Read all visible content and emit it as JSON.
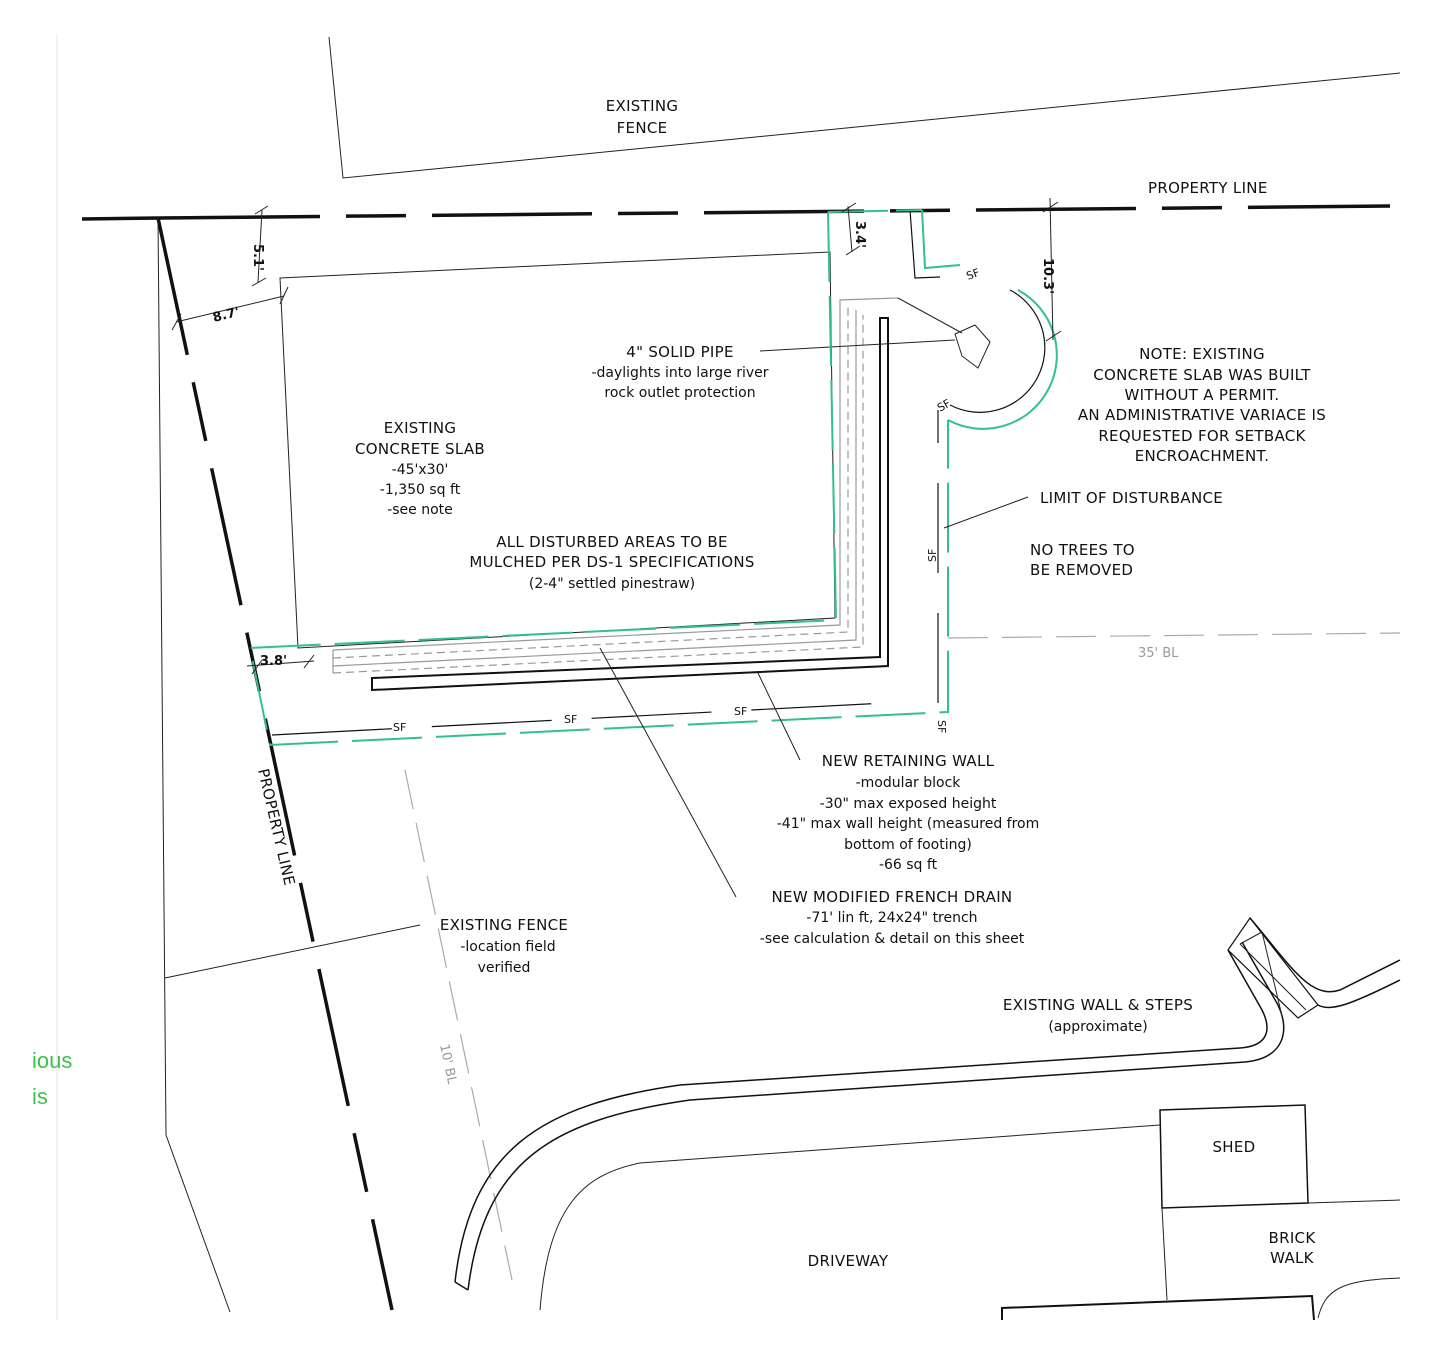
{
  "labels": {
    "existing_fence_top": [
      "EXISTING",
      "FENCE"
    ],
    "property_line_top": "PROPERTY LINE",
    "property_line_left": "PROPERTY LINE",
    "solid_pipe": [
      "4\" SOLID PIPE",
      "-daylights into large river",
      "rock outlet protection"
    ],
    "concrete_slab": [
      "EXISTING",
      "CONCRETE SLAB",
      "-45'x30'",
      "-1,350 sq ft",
      "-see note"
    ],
    "mulch_note": [
      "ALL DISTURBED AREAS TO BE",
      "MULCHED PER DS-1 SPECIFICATIONS",
      "(2-4\" settled pinestraw)"
    ],
    "permit_note": [
      "NOTE: EXISTING",
      "CONCRETE SLAB WAS BUILT",
      "WITHOUT A PERMIT.",
      "AN ADMINISTRATIVE VARIACE IS",
      "REQUESTED FOR SETBACK",
      "ENCROACHMENT."
    ],
    "limit_of_disturbance": "LIMIT OF DISTURBANCE",
    "no_trees": [
      "NO TREES TO",
      "BE REMOVED"
    ],
    "setback_35": "35' BL",
    "setback_10": "10' BL",
    "retaining_wall": [
      "NEW RETAINING WALL",
      "-modular block",
      "-30\" max exposed height",
      "-41\" max wall height (measured from",
      "bottom of footing)",
      "-66 sq ft"
    ],
    "french_drain": [
      "NEW MODIFIED FRENCH DRAIN",
      "-71' lin ft, 24x24\" trench",
      "-see calculation & detail on this sheet"
    ],
    "existing_fence_left": [
      "EXISTING FENCE",
      "-location field",
      "verified"
    ],
    "wall_steps": [
      "EXISTING WALL & STEPS",
      "(approximate)"
    ],
    "shed": "SHED",
    "brick_walk": [
      "BRICK",
      "WALK"
    ],
    "driveway": "DRIVEWAY",
    "silt_fence": "SF",
    "side_panel": [
      "ious",
      "is"
    ]
  },
  "dimensions": {
    "dim_5_1": "5.1'",
    "dim_8_7": "8.7'",
    "dim_3_4": "3.4'",
    "dim_10_3": "10.3'",
    "dim_3_8": "3.8'"
  },
  "colors": {
    "limit_of_disturbance": "#33c08a",
    "side_text": "#3cc24a",
    "linework": "#111111",
    "setback": "#aaaaaa"
  }
}
